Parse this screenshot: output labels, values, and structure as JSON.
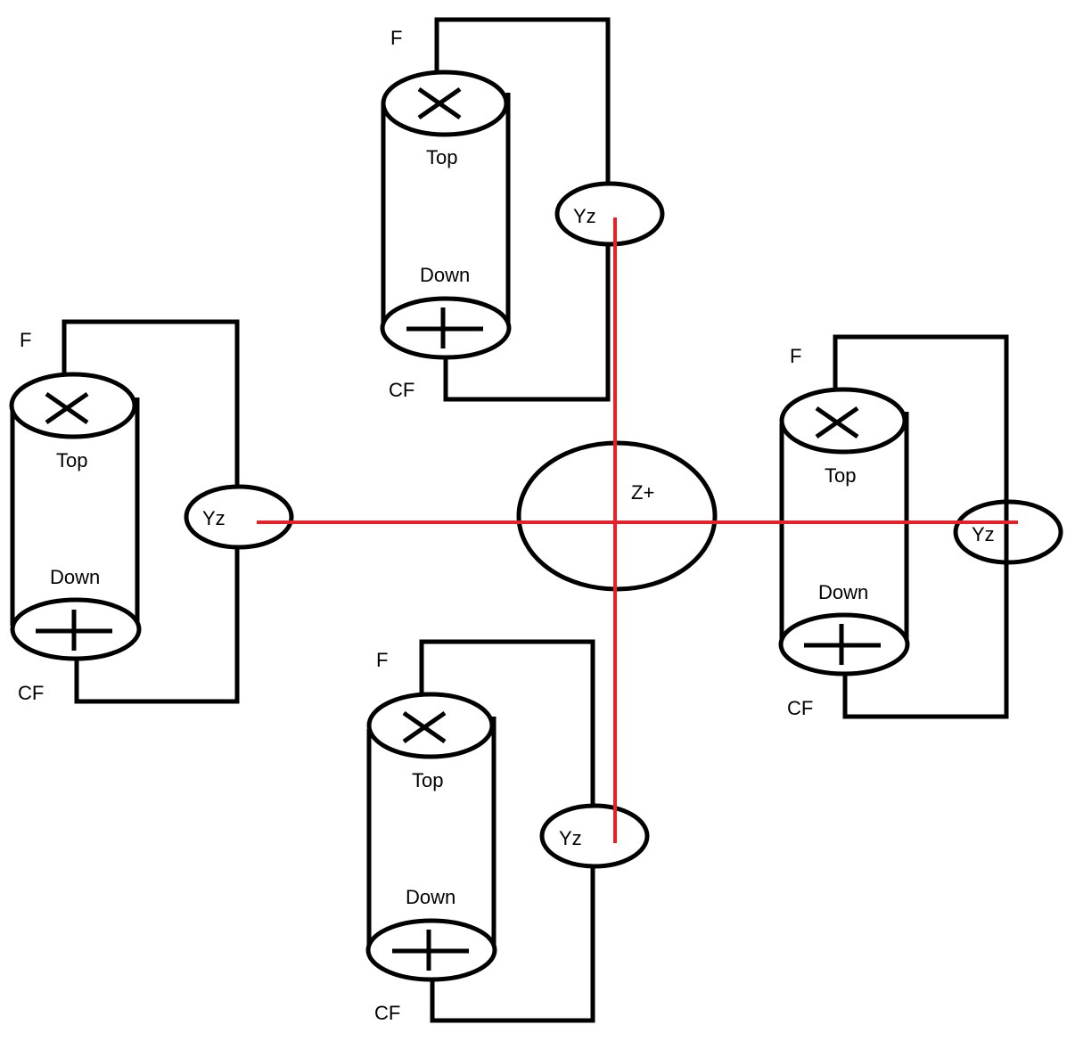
{
  "colors": {
    "wire": "#000000",
    "axis": "#e8202a",
    "background": "#ffffff"
  },
  "hub": {
    "label": "Z+"
  },
  "units": [
    {
      "id": "top",
      "f_label": "F",
      "top_label": "Top",
      "down_label": "Down",
      "cf_label": "CF",
      "yz_label": "Yz"
    },
    {
      "id": "left",
      "f_label": "F",
      "top_label": "Top",
      "down_label": "Down",
      "cf_label": "CF",
      "yz_label": "Yz"
    },
    {
      "id": "right",
      "f_label": "F",
      "top_label": "Top",
      "down_label": "Down",
      "cf_label": "CF",
      "yz_label": "Yz"
    },
    {
      "id": "bottom",
      "f_label": "F",
      "top_label": "Top",
      "down_label": "Down",
      "cf_label": "CF",
      "yz_label": "Yz"
    }
  ]
}
